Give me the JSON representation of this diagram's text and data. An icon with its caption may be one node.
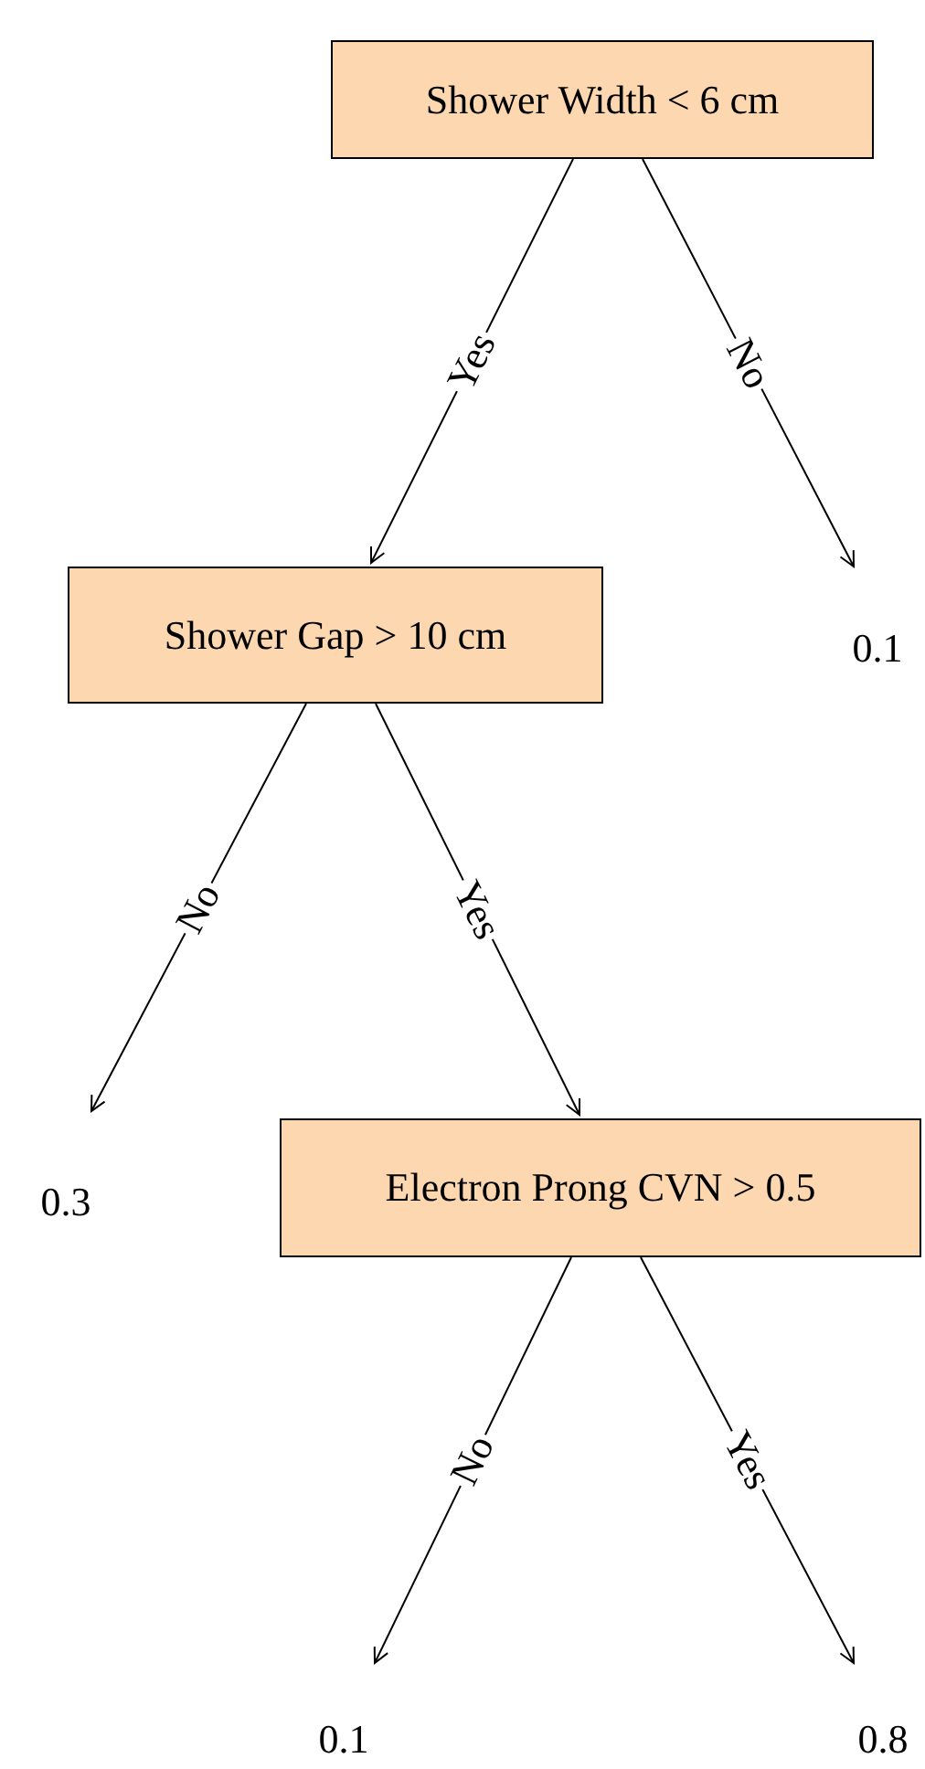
{
  "diagram": {
    "nodes": [
      {
        "text": [
          "Shower Width < 6 cm"
        ]
      },
      {
        "text": [
          "0.1"
        ]
      },
      {
        "text": [
          "Shower Gap > 10 cm"
        ]
      },
      {
        "text": [
          "0.3"
        ]
      },
      {
        "text": [
          "Electron Prong CVN > 0.5"
        ]
      },
      {
        "text": [
          "0.1"
        ]
      },
      {
        "text": [
          "0.8"
        ]
      }
    ],
    "edges": [
      {
        "from": 0,
        "to": 2,
        "arrow": "to",
        "label": "Yes"
      },
      {
        "from": 0,
        "to": 1,
        "arrow": "to",
        "label": "No"
      },
      {
        "from": 2,
        "to": 3,
        "arrow": "to",
        "label": "No"
      },
      {
        "from": 2,
        "to": 4,
        "arrow": "to",
        "label": "Yes"
      },
      {
        "from": 4,
        "to": 5,
        "arrow": "to",
        "label": "No"
      },
      {
        "from": 4,
        "to": 6,
        "arrow": "to",
        "label": "Yes"
      }
    ]
  }
}
